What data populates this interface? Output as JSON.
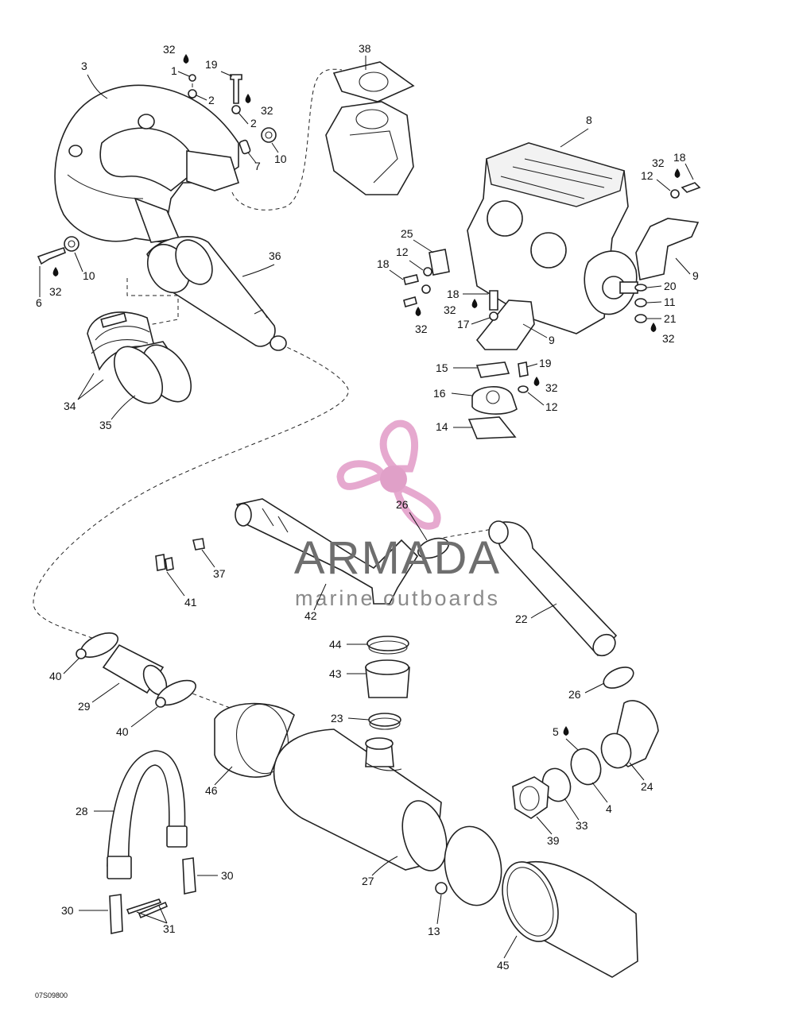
{
  "watermark": {
    "brand": "ARMADA",
    "tagline": "marine outboards",
    "logo_color": "#e6a9cf",
    "hub_color": "#e0a0c8",
    "text_color": "#6e6e6e"
  },
  "drawing_code": "07S09800",
  "callouts": [
    {
      "id": "c32a",
      "text": "32"
    },
    {
      "id": "c1",
      "text": "1"
    },
    {
      "id": "c2a",
      "text": "2"
    },
    {
      "id": "c19a",
      "text": "19"
    },
    {
      "id": "c32b",
      "text": "32"
    },
    {
      "id": "c2b",
      "text": "2"
    },
    {
      "id": "c3",
      "text": "3"
    },
    {
      "id": "c7",
      "text": "7"
    },
    {
      "id": "c10a",
      "text": "10"
    },
    {
      "id": "c38",
      "text": "38"
    },
    {
      "id": "c8",
      "text": "8"
    },
    {
      "id": "c32c",
      "text": "32"
    },
    {
      "id": "c18a",
      "text": "18"
    },
    {
      "id": "c12a",
      "text": "12"
    },
    {
      "id": "c25",
      "text": "25"
    },
    {
      "id": "c12b",
      "text": "12"
    },
    {
      "id": "c18b",
      "text": "18"
    },
    {
      "id": "c32d",
      "text": "32"
    },
    {
      "id": "c18c",
      "text": "18"
    },
    {
      "id": "c32e",
      "text": "32"
    },
    {
      "id": "c17",
      "text": "17"
    },
    {
      "id": "c9a",
      "text": "9"
    },
    {
      "id": "c9b",
      "text": "9"
    },
    {
      "id": "c20",
      "text": "20"
    },
    {
      "id": "c11",
      "text": "11"
    },
    {
      "id": "c21",
      "text": "21"
    },
    {
      "id": "c32f",
      "text": "32"
    },
    {
      "id": "c15",
      "text": "15"
    },
    {
      "id": "c19b",
      "text": "19"
    },
    {
      "id": "c32g",
      "text": "32"
    },
    {
      "id": "c16",
      "text": "16"
    },
    {
      "id": "c12c",
      "text": "12"
    },
    {
      "id": "c14",
      "text": "14"
    },
    {
      "id": "c36",
      "text": "36"
    },
    {
      "id": "c6",
      "text": "6"
    },
    {
      "id": "c32h",
      "text": "32"
    },
    {
      "id": "c10b",
      "text": "10"
    },
    {
      "id": "c34",
      "text": "34"
    },
    {
      "id": "c35",
      "text": "35"
    },
    {
      "id": "c26a",
      "text": "26"
    },
    {
      "id": "c37",
      "text": "37"
    },
    {
      "id": "c41",
      "text": "41"
    },
    {
      "id": "c42",
      "text": "42"
    },
    {
      "id": "c22",
      "text": "22"
    },
    {
      "id": "c44",
      "text": "44"
    },
    {
      "id": "c43",
      "text": "43"
    },
    {
      "id": "c23",
      "text": "23"
    },
    {
      "id": "c40a",
      "text": "40"
    },
    {
      "id": "c29",
      "text": "29"
    },
    {
      "id": "c40b",
      "text": "40"
    },
    {
      "id": "c26b",
      "text": "26"
    },
    {
      "id": "c5",
      "text": "5"
    },
    {
      "id": "c24",
      "text": "24"
    },
    {
      "id": "c4",
      "text": "4"
    },
    {
      "id": "c33",
      "text": "33"
    },
    {
      "id": "c39",
      "text": "39"
    },
    {
      "id": "c46",
      "text": "46"
    },
    {
      "id": "c28",
      "text": "28"
    },
    {
      "id": "c27",
      "text": "27"
    },
    {
      "id": "c30a",
      "text": "30"
    },
    {
      "id": "c30b",
      "text": "30"
    },
    {
      "id": "c31",
      "text": "31"
    },
    {
      "id": "c13",
      "text": "13"
    },
    {
      "id": "c45",
      "text": "45"
    }
  ]
}
